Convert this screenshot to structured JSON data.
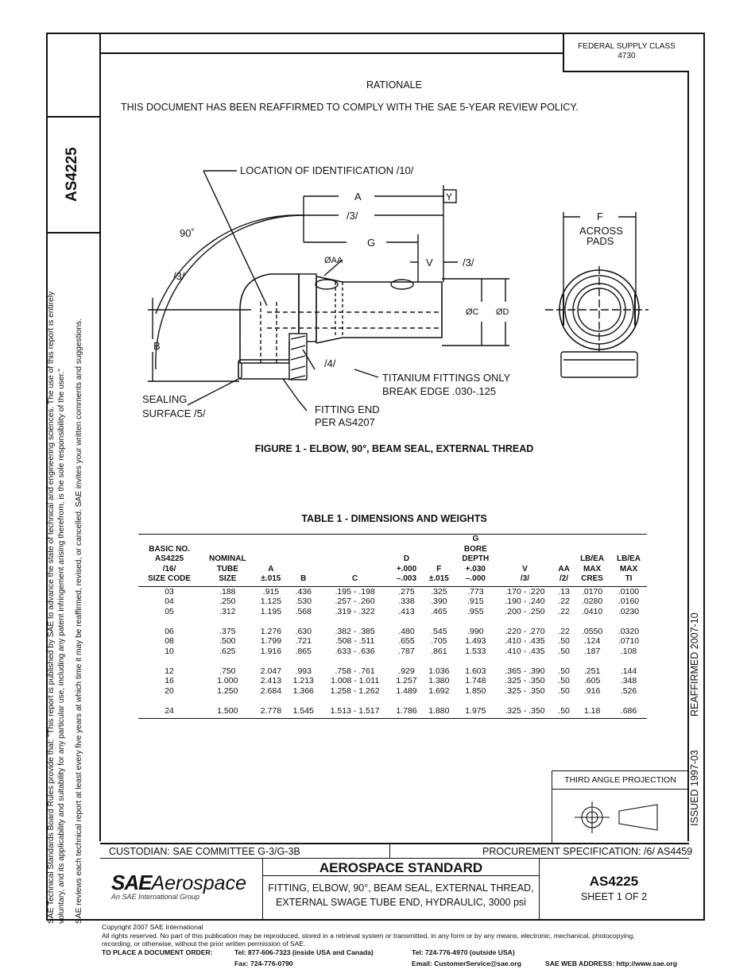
{
  "header": {
    "federal_supply_class": "FEDERAL SUPPLY CLASS",
    "fsc_number": "4730",
    "spine_id": "AS4225"
  },
  "rationale": {
    "title": "RATIONALE",
    "text": "THIS DOCUMENT HAS BEEN REAFFIRMED TO COMPLY WITH THE SAE 5-YEAR REVIEW POLICY."
  },
  "figure": {
    "caption": "FIGURE 1 - ELBOW, 90°, BEAM SEAL, EXTERNAL THREAD",
    "labels": {
      "location_id": "LOCATION OF IDENTIFICATION /10/",
      "a": "A",
      "y": "Y",
      "note3_top": "/3/",
      "angle": "90˚",
      "note3_left": "/3/",
      "g": "G",
      "aa": "ØAA",
      "v": "V",
      "note3_v": "/3/",
      "c": "ØC",
      "d": "ØD",
      "b": "B",
      "note4": "/4/",
      "titanium": "TITANIUM FITTINGS ONLY",
      "break_edge": "BREAK EDGE .030-.125",
      "sealing": "SEALING",
      "surface": "SURFACE /5/",
      "fitting_end": "FITTING END",
      "per": "PER AS4207",
      "f": "F",
      "across": "ACROSS",
      "pads": "PADS"
    }
  },
  "table": {
    "title": "TABLE 1 - DIMENSIONS AND WEIGHTS",
    "headers": [
      [
        "BASIC NO.",
        "AS4225",
        "/16/",
        "SIZE CODE"
      ],
      [
        "NOMINAL",
        "TUBE",
        "SIZE"
      ],
      [
        "A",
        "±.015"
      ],
      [
        "B"
      ],
      [
        "C"
      ],
      [
        "D",
        "+.000",
        "–.003"
      ],
      [
        "F",
        "±.015"
      ],
      [
        "G",
        "BORE",
        "DEPTH",
        "+.030",
        "–.000"
      ],
      [
        "V",
        "/3/"
      ],
      [
        "AA",
        "/2/"
      ],
      [
        "LB/EA",
        "MAX",
        "CRES"
      ],
      [
        "LB/EA",
        "MAX",
        "TI"
      ]
    ],
    "groups": [
      [
        [
          "03",
          ".188",
          ".915",
          ".436",
          ".195 - .198",
          ".275",
          ".325",
          ".773",
          ".170 - .220",
          ".13",
          ".0170",
          ".0100"
        ],
        [
          "04",
          ".250",
          "1.125",
          ".530",
          ".257 - .260",
          ".338",
          ".390",
          ".915",
          ".190 - .240",
          ".22",
          ".0280",
          ".0160"
        ],
        [
          "05",
          ".312",
          "1.195",
          ".568",
          ".319 - .322",
          ".413",
          ".465",
          ".955",
          ".200 - .250",
          ".22",
          ".0410",
          ".0230"
        ]
      ],
      [
        [
          "06",
          ".375",
          "1.276",
          ".630",
          ".382 - .385",
          ".480",
          ".545",
          ".990",
          ".220 - .270",
          ".22",
          ".0550",
          ".0320"
        ],
        [
          "08",
          ".500",
          "1.799",
          ".721",
          ".508 - .511",
          ".655",
          ".705",
          "1.493",
          ".410 - .435",
          ".50",
          ".124",
          ".0710"
        ],
        [
          "10",
          ".625",
          "1.916",
          ".865",
          ".633 - .636",
          ".787",
          ".861",
          "1.533",
          ".410 - .435",
          ".50",
          ".187",
          ".108"
        ]
      ],
      [
        [
          "12",
          ".750",
          "2.047",
          ".993",
          ".758 - .761",
          ".929",
          "1.036",
          "1.603",
          ".365 - .390",
          ".50",
          ".251",
          ".144"
        ],
        [
          "16",
          "1.000",
          "2.413",
          "1.213",
          "1.008 - 1.011",
          "1.257",
          "1.380",
          "1.748",
          ".325 - .350",
          ".50",
          ".605",
          ".348"
        ],
        [
          "20",
          "1.250",
          "2.684",
          "1.366",
          "1.258 - 1.262",
          "1.489",
          "1.692",
          "1.850",
          ".325 - .350",
          ".50",
          ".916",
          ".526"
        ]
      ],
      [
        [
          "24",
          "1.500",
          "2.778",
          "1.545",
          "1.513 - 1.517",
          "1.786",
          "1.880",
          "1.975",
          ".325 - .350",
          ".50",
          "1.18",
          ".686"
        ]
      ]
    ]
  },
  "side_text": {
    "line1": "SAE Technical Standards Board Rules provide that: \"This report is published by SAE to advance the state of technical and engineering sciences. The use of this report is entirely",
    "line2": "voluntary, and its applicability and suitability for any particular use, including any patent infringement arising therefrom, is the sole responsibility of the user.\"",
    "line3": "SAE reviews each technical report at least every five years at which time it may be reaffirmed, revised, or cancelled. SAE invites your written comments and suggestions.",
    "reaffirmed": "REAFFIRMED 2007-10",
    "issued": "ISSUED 1997-03"
  },
  "projection": {
    "label": "THIRD ANGLE PROJECTION"
  },
  "title_block": {
    "custodian": "CUSTODIAN:  SAE COMMITTEE G-3/G-3B",
    "procurement": "PROCUREMENT SPECIFICATION:  /6/ AS4459",
    "standard": "AEROSPACE STANDARD",
    "title_line1": "FITTING, ELBOW, 90°, BEAM SEAL, EXTERNAL THREAD,",
    "title_line2": "EXTERNAL SWAGE TUBE END, HYDRAULIC, 3000 psi",
    "doc_number": "AS4225",
    "sheet": "SHEET 1 OF 2",
    "logo_sae": "SAE",
    "logo_aero": "Aerospace",
    "logo_sub": "An SAE International Group"
  },
  "footer": {
    "copyright": "Copyright 2007 SAE International",
    "rights1": "All rights reserved. No part of this publication may be reproduced, stored in a retrieval system or transmitted, in any form or by any means, electronic, mechanical, photocopying,",
    "rights2": "recording, or otherwise, without the prior written permission of SAE.",
    "order_label": "TO PLACE A DOCUMENT ORDER:",
    "tel1": "Tel: 877-606-7323 (inside USA and Canada)",
    "tel2": "Tel: 724-776-4970 (outside USA)",
    "fax": "Fax: 724-776-0790",
    "email": "Email:  CustomerService@sae.org",
    "web": "SAE WEB ADDRESS: http://www.sae.org"
  }
}
